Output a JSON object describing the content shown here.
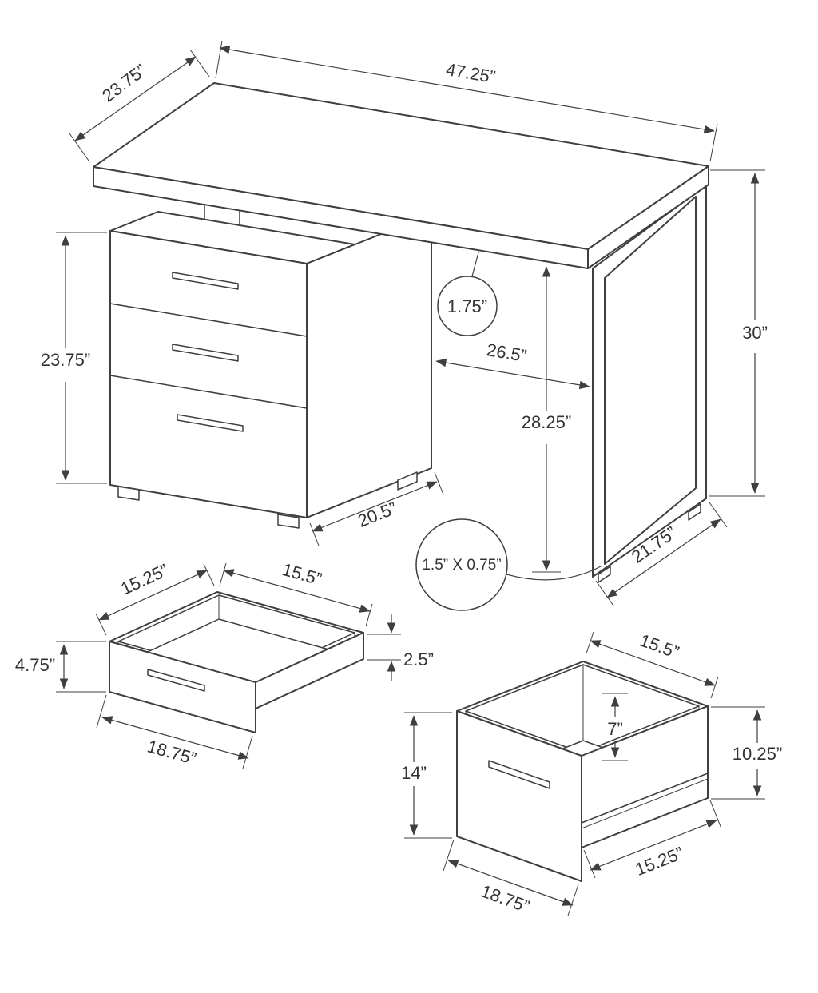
{
  "page": {
    "background_color": "#ffffff",
    "line_color": "#3f3f3f",
    "text_color": "#333333"
  },
  "desk": {
    "top_depth": "23.75”",
    "top_width": "47.25”",
    "overall_height": "30”",
    "cabinet_height": "23.75”",
    "top_thickness": "1.75”",
    "knee_clearance_width": "26.5”",
    "knee_clearance_height": "28.25”",
    "cabinet_depth": "20.5”",
    "leg_depth": "21.75”",
    "leg_tube_size": "1.5” X 0.75”"
  },
  "small_drawer": {
    "inner_depth": "15.25”",
    "inner_width": "15.5”",
    "front_height": "4.75”",
    "side_height": "2.5”",
    "front_width": "18.75”"
  },
  "file_drawer": {
    "top_width": "15.5”",
    "file_rail_depth": "7”",
    "front_height": "14”",
    "side_height": "10.25”",
    "front_width": "18.75”",
    "bottom_depth": "15.25”"
  }
}
